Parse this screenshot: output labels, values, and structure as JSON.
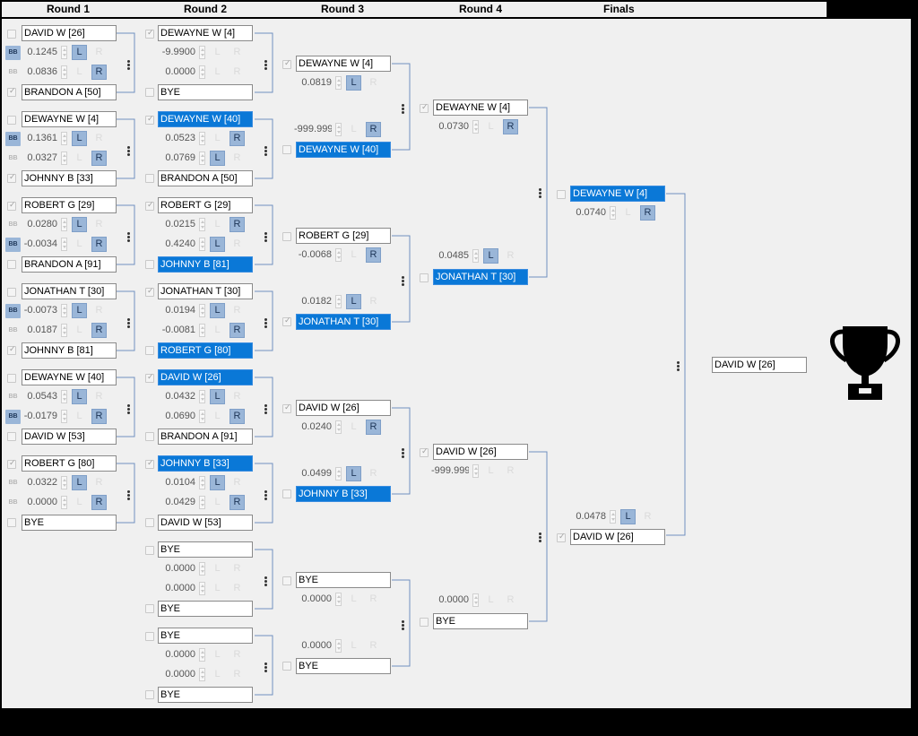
{
  "rounds": [
    "Round 1",
    "Round 2",
    "Round 3",
    "Round 4",
    "Finals"
  ],
  "r1": [
    {
      "top": "DAVID W [26]",
      "top_checked": false,
      "top_sel": false,
      "v1": "0.1245",
      "v2": "0.0836",
      "b1": "L",
      "b2": "R",
      "bb1": true,
      "bb2": false,
      "bottom": "BRANDON A [50]",
      "bottom_checked": true,
      "bottom_sel": false
    },
    {
      "top": "DEWAYNE W [4]",
      "top_checked": false,
      "top_sel": false,
      "v1": "0.1361",
      "v2": "0.0327",
      "b1": "L",
      "b2": "R",
      "bb1": true,
      "bb2": false,
      "bottom": "JOHNNY B [33]",
      "bottom_checked": true,
      "bottom_sel": false
    },
    {
      "top": "ROBERT G [29]",
      "top_checked": true,
      "top_sel": false,
      "v1": "0.0280",
      "v2": "-0.0034",
      "b1": "L",
      "b2": "R",
      "bb1": false,
      "bb2": true,
      "bottom": "BRANDON A [91]",
      "bottom_checked": false,
      "bottom_sel": false
    },
    {
      "top": "JONATHAN T [30]",
      "top_checked": false,
      "top_sel": false,
      "v1": "-0.0073",
      "v2": "0.0187",
      "b1": "L",
      "b2": "R",
      "bb1": true,
      "bb2": false,
      "bottom": "JOHNNY B [81]",
      "bottom_checked": true,
      "bottom_sel": false
    },
    {
      "top": "DEWAYNE W [40]",
      "top_checked": false,
      "top_sel": false,
      "v1": "0.0543",
      "v2": "-0.0179",
      "b1": "L",
      "b2": "R",
      "bb1": false,
      "bb2": true,
      "bottom": "DAVID W [53]",
      "bottom_checked": false,
      "bottom_sel": false
    },
    {
      "top": "ROBERT G [80]",
      "top_checked": true,
      "top_sel": false,
      "v1": "0.0322",
      "v2": "0.0000",
      "b1": "L",
      "b2": "R",
      "bb1": false,
      "bb2": false,
      "bottom": "BYE",
      "bottom_checked": false,
      "bottom_sel": false
    }
  ],
  "r2": [
    {
      "top": "DEWAYNE W [4]",
      "top_checked": true,
      "top_sel": false,
      "v1": "-9.9900",
      "v2": "0.0000",
      "b1": "L",
      "b2": "R",
      "b1on": false,
      "b2on": false,
      "bottom": "BYE",
      "bottom_checked": false,
      "bottom_sel": false
    },
    {
      "top": "DEWAYNE W [40]",
      "top_checked": true,
      "top_sel": true,
      "v1": "0.0523",
      "v2": "0.0769",
      "b1": "R",
      "b2": "L",
      "b1on": true,
      "b2on": true,
      "bottom": "BRANDON A [50]",
      "bottom_checked": false,
      "bottom_sel": false
    },
    {
      "top": "ROBERT G [29]",
      "top_checked": true,
      "top_sel": false,
      "v1": "0.0215",
      "v2": "0.4240",
      "b1": "R",
      "b2": "L",
      "b1on": true,
      "b2on": true,
      "bottom": "JOHNNY B [81]",
      "bottom_checked": false,
      "bottom_sel": true
    },
    {
      "top": "JONATHAN T [30]",
      "top_checked": true,
      "top_sel": false,
      "v1": "0.0194",
      "v2": "-0.0081",
      "b1": "L",
      "b2": "R",
      "b1on": true,
      "b2on": true,
      "bottom": "ROBERT G [80]",
      "bottom_checked": false,
      "bottom_sel": true
    },
    {
      "top": "DAVID W [26]",
      "top_checked": true,
      "top_sel": true,
      "v1": "0.0432",
      "v2": "0.0690",
      "b1": "L",
      "b2": "R",
      "b1on": true,
      "b2on": true,
      "bottom": "BRANDON A [91]",
      "bottom_checked": false,
      "bottom_sel": false
    },
    {
      "top": "JOHNNY B [33]",
      "top_checked": true,
      "top_sel": true,
      "v1": "0.0104",
      "v2": "0.0429",
      "b1": "L",
      "b2": "R",
      "b1on": true,
      "b2on": true,
      "bottom": "DAVID W [53]",
      "bottom_checked": false,
      "bottom_sel": false
    },
    {
      "top": "BYE",
      "top_checked": false,
      "top_sel": false,
      "v1": "0.0000",
      "v2": "0.0000",
      "b1": "L",
      "b2": "R",
      "b1on": false,
      "b2on": false,
      "bottom": "BYE",
      "bottom_checked": false,
      "bottom_sel": false
    },
    {
      "top": "BYE",
      "top_checked": false,
      "top_sel": false,
      "v1": "0.0000",
      "v2": "0.0000",
      "b1": "L",
      "b2": "R",
      "b1on": false,
      "b2on": false,
      "bottom": "BYE",
      "bottom_checked": false,
      "bottom_sel": false
    }
  ],
  "r3": [
    {
      "top": "DEWAYNE W [4]",
      "top_checked": true,
      "top_sel": false,
      "v1": "0.0819",
      "b1": "L",
      "b1on": true,
      "v2": "-999.9990",
      "b2": "R",
      "b2on": true,
      "bottom": "DEWAYNE W [40]",
      "bottom_checked": false,
      "bottom_sel": true
    },
    {
      "top": "ROBERT G [29]",
      "top_checked": false,
      "top_sel": false,
      "v1": "-0.0068",
      "b1": "R",
      "b1on": true,
      "v2": "0.0182",
      "b2": "L",
      "b2on": true,
      "bottom": "JONATHAN T [30]",
      "bottom_checked": true,
      "bottom_sel": true
    },
    {
      "top": "DAVID W [26]",
      "top_checked": true,
      "top_sel": false,
      "v1": "0.0240",
      "b1": "R",
      "b1on": true,
      "v2": "0.0499",
      "b2": "L",
      "b2on": true,
      "bottom": "JOHNNY B [33]",
      "bottom_checked": false,
      "bottom_sel": true
    },
    {
      "top": "BYE",
      "top_checked": false,
      "top_sel": false,
      "v1": "0.0000",
      "b1": "L",
      "b1on": false,
      "v2": "0.0000",
      "b2": "L",
      "b2on": false,
      "bottom": "BYE",
      "bottom_checked": false,
      "bottom_sel": false
    }
  ],
  "r4": [
    {
      "top": "DEWAYNE W [4]",
      "top_checked": true,
      "top_sel": false,
      "v1": "0.0730",
      "b1": "R",
      "b1on": true,
      "v2": "0.0485",
      "b2": "L",
      "b2on": true,
      "bottom": "JONATHAN T [30]",
      "bottom_checked": false,
      "bottom_sel": true
    },
    {
      "top": "DAVID W [26]",
      "top_checked": true,
      "top_sel": false,
      "v1": "-999.9990",
      "b1": "L",
      "b1on": false,
      "v2": "0.0000",
      "b2": "L",
      "b2on": false,
      "bottom": "BYE",
      "bottom_checked": false,
      "bottom_sel": false
    }
  ],
  "finals": {
    "top": "DEWAYNE W [4]",
    "top_checked": false,
    "top_sel": true,
    "v1": "0.0740",
    "b1": "R",
    "b1on": true,
    "v2": "0.0478",
    "b2": "L",
    "b2on": true,
    "bottom": "DAVID W [26]",
    "bottom_checked": true,
    "bottom_sel": false
  },
  "champion": "DAVID W [26]",
  "colors": {
    "selected": "#0a78d7",
    "button": "#9ab6d8",
    "line": "#6f8fbf"
  },
  "icons": {
    "trophy": "trophy-icon",
    "more": "more-vertical-icon",
    "bb": "bb-icon"
  }
}
